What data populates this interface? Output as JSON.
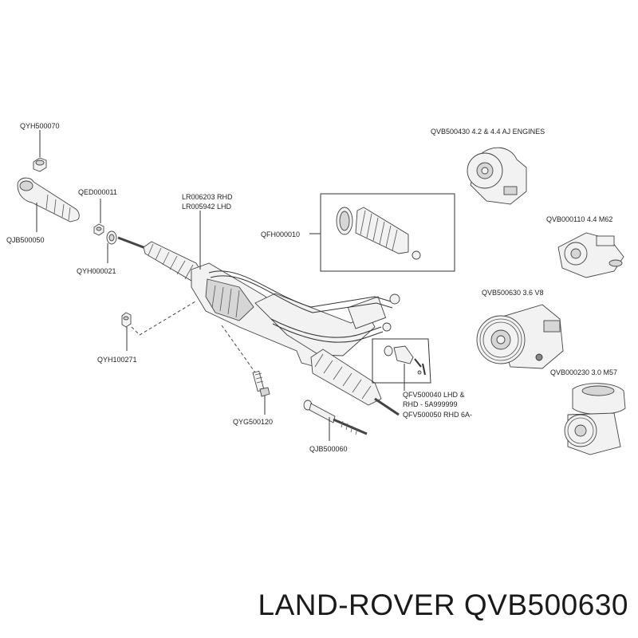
{
  "labels": {
    "qyh500070": "QYH500070",
    "qjb500050": "QJB500050",
    "qed000011": "QED000011",
    "qyh000021": "QYH000021",
    "lr006203": "LR006203 RHD",
    "lr005942": "LR005942 LHD",
    "qfh000010": "QFH000010",
    "qyh100271": "QYH100271",
    "qyg500120": "QYG500120",
    "qjb500060": "QJB500060",
    "qfv_line1": "QFV500040 LHD &",
    "qfv_line2": "RHD - 5A999999",
    "qfv_line3": "QFV500050 RHD 6A-",
    "qvb500430": "QVB500430 4.2 & 4.4 AJ ENGINES",
    "qvb000110": "QVB000110 4.4 M62",
    "qvb500630": "QVB500630 3.6 V8",
    "qvb000230": "QVB000230 3.0 M57"
  },
  "footer": {
    "title": "LAND-ROVER QVB500630"
  }
}
